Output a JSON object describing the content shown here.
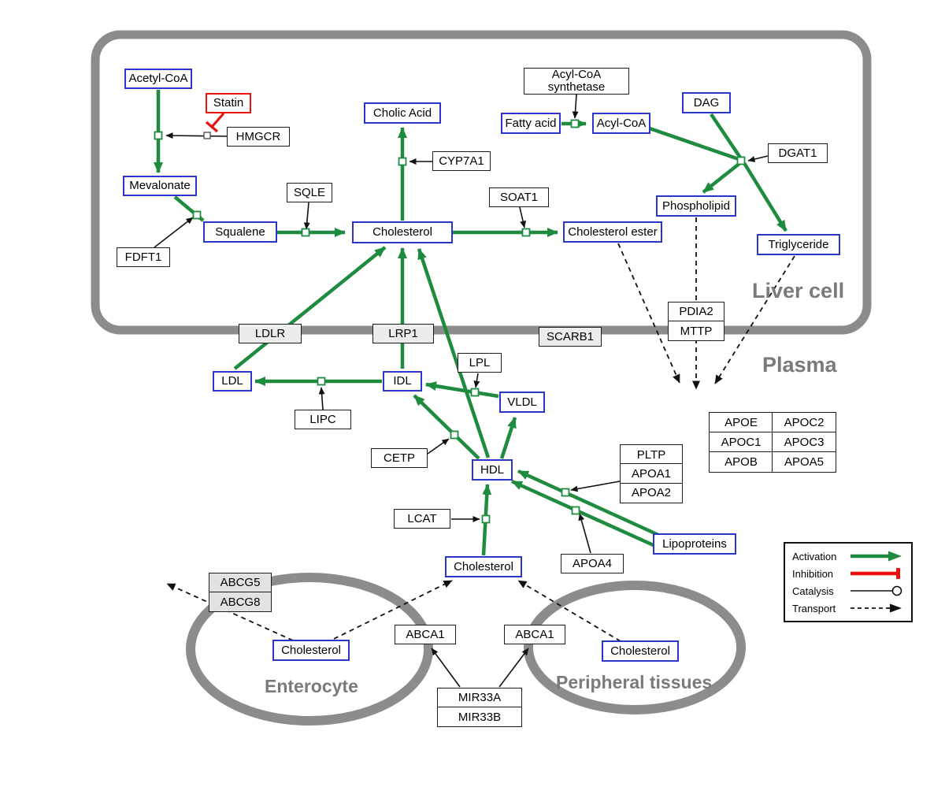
{
  "regions": {
    "liver": "Liver cell",
    "plasma": "Plasma",
    "enterocyte": "Enterocyte",
    "peripheral": "Peripheral tissues"
  },
  "nodes": {
    "acetyl_coa": "Acetyl-CoA",
    "statin": "Statin",
    "hmgcr": "HMGCR",
    "mevalonate": "Mevalonate",
    "fdft1": "FDFT1",
    "squalene": "Squalene",
    "sqle": "SQLE",
    "cholic_acid": "Cholic Acid",
    "cyp7a1": "CYP7A1",
    "cholesterol_liver": "Cholesterol",
    "soat1": "SOAT1",
    "cholesterol_ester": "Cholesterol ester",
    "fatty_acid": "Fatty acid",
    "acyl_coa_synthetase": {
      "line1": "Acyl-CoA",
      "line2": "synthetase"
    },
    "acyl_coa": "Acyl-CoA",
    "dag": "DAG",
    "dgat1": "DGAT1",
    "phospholipid": "Phospholipid",
    "triglyceride": "Triglyceride",
    "pdia2": "PDIA2",
    "mttp": "MTTP",
    "ldlr": "LDLR",
    "lrp1": "LRP1",
    "scarb1": "SCARB1",
    "ldl": "LDL",
    "idl": "IDL",
    "lipc": "LIPC",
    "lpl": "LPL",
    "vldl": "VLDL",
    "cetp": "CETP",
    "hdl": "HDL",
    "lcat": "LCAT",
    "pltp": "PLTP",
    "apoa1": "APOA1",
    "apoa2": "APOA2",
    "apoa4": "APOA4",
    "lipoproteins": "Lipoproteins",
    "apo_table": {
      "rows": [
        [
          "APOE",
          "APOC2"
        ],
        [
          "APOC1",
          "APOC3"
        ],
        [
          "APOB",
          "APOA5"
        ]
      ]
    },
    "cholesterol_plasma": "Cholesterol",
    "abcg5": "ABCG5",
    "abcg8": "ABCG8",
    "cholesterol_enterocyte": "Cholesterol",
    "abca1_enterocyte": "ABCA1",
    "abca1_peripheral": "ABCA1",
    "cholesterol_peripheral": "Cholesterol",
    "mir33a": "MIR33A",
    "mir33b": "MIR33B"
  },
  "legend": {
    "activation": "Activation",
    "inhibition": "Inhibition",
    "catalysis": "Catalysis",
    "transport": "Transport"
  },
  "colors": {
    "activation_green": "#1e8b3e",
    "inhibition_red": "#e8130c",
    "metabolite_blue": "#2936c8",
    "membrane_gray": "#8c8c8c"
  }
}
